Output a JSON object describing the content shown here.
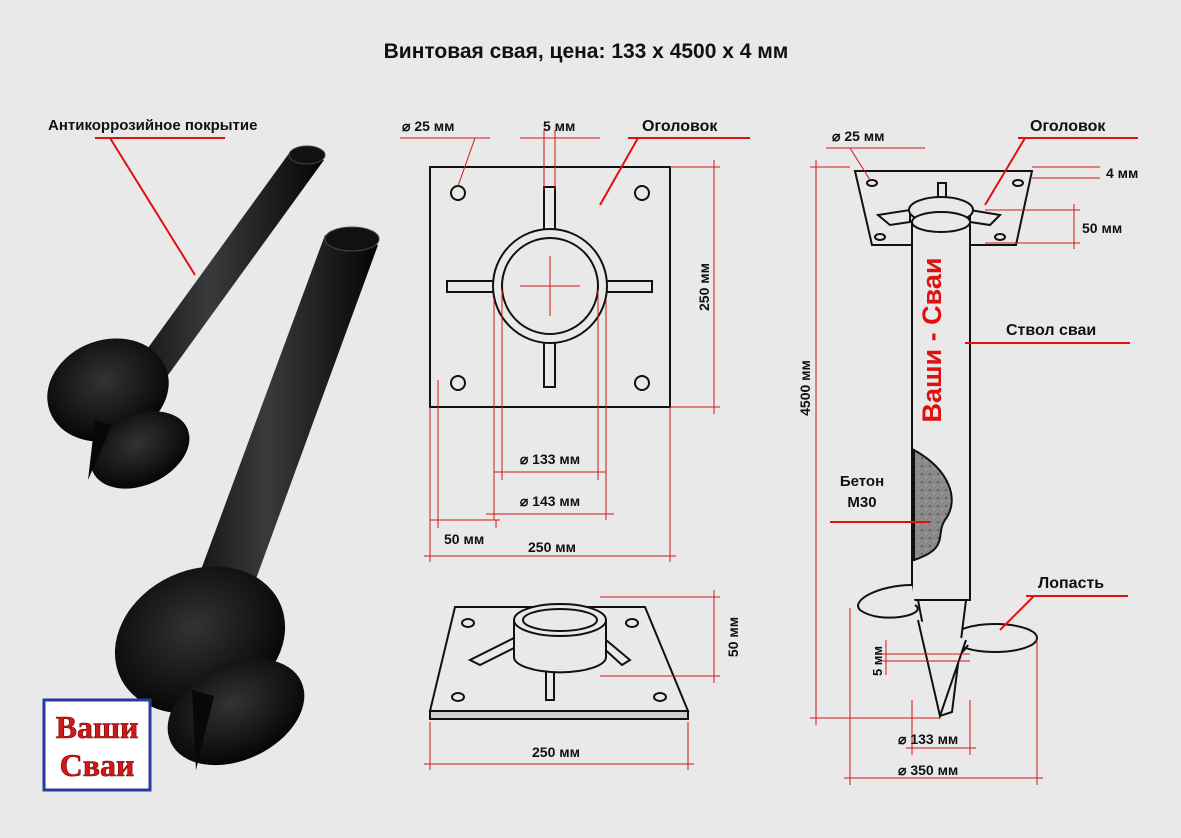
{
  "title": "Винтовая свая, цена:  133 х 4500 х 4 мм",
  "photo": {
    "coating_label": "Антикоррозийное покрытие",
    "logo": {
      "line1": "Ваши",
      "line2": "Сваи",
      "color": "#d01818"
    }
  },
  "top_view": {
    "hole_dia": "⌀ 25 мм",
    "rib_thickness": "5 мм",
    "head_label": "Оголовок",
    "plate_height": "250 мм",
    "pipe_inner": "⌀ 133 мм",
    "pipe_outer": "⌀ 143 мм",
    "hole_offset": "50 мм",
    "plate_width": "250 мм"
  },
  "iso_view": {
    "head_height": "50 мм",
    "plate_width": "250 мм"
  },
  "side_view": {
    "hole_dia": "⌀ 25 мм",
    "head_label": "Оголовок",
    "plate_thickness": "4 мм",
    "head_height": "50 мм",
    "shaft_label": "Ствол сваи",
    "length": "4500 мм",
    "brand_text": "Ваши - Сваи",
    "concrete_label": "Бетон\nМ30",
    "concrete_line1": "Бетон",
    "concrete_line2": "М30",
    "blade_label": "Лопасть",
    "blade_thickness": "5 мм",
    "pipe_dia": "⌀ 133 мм",
    "blade_dia": "⌀ 350 мм"
  },
  "colors": {
    "accent": "#e01010",
    "dimension": "#d01818",
    "ink": "#111111",
    "background": "#e9e9e9"
  }
}
